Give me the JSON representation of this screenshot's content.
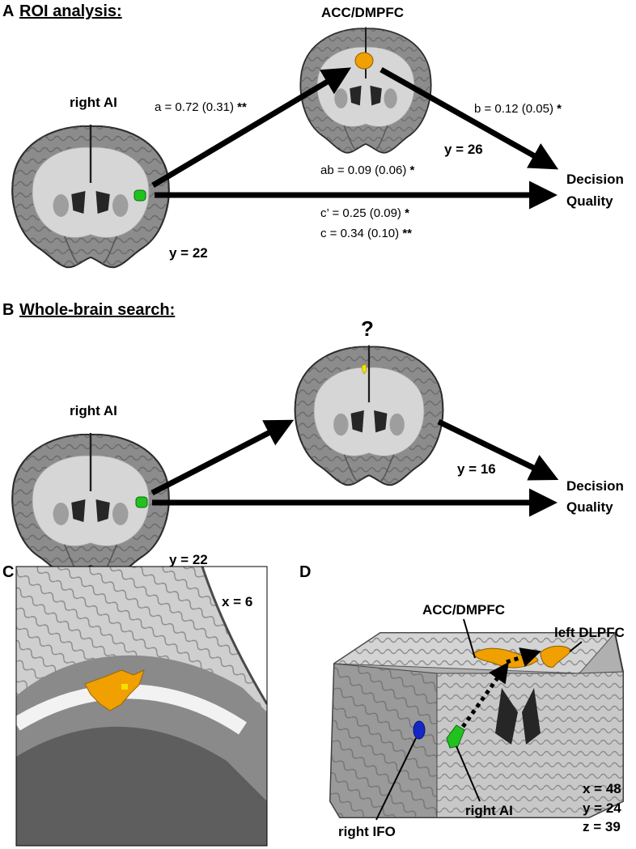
{
  "panels": {
    "A": {
      "letter": "A",
      "title": "ROI analysis:",
      "left_region": "right AI",
      "left_slice": "y = 22",
      "top_region": "ACC/DMPFC",
      "top_slice": "y = 26",
      "outcome_line1": "Decision",
      "outcome_line2": "Quality",
      "path_a": "a = 0.72 (0.31)",
      "path_a_sig": "**",
      "path_b": "b = 0.12 (0.05)",
      "path_b_sig": "*",
      "path_ab": "ab = 0.09 (0.06)",
      "path_ab_sig": "*",
      "path_c_prime": "c’ = 0.25 (0.09)",
      "path_c_prime_sig": "*",
      "path_c": "c = 0.34 (0.10)",
      "path_c_sig": "**"
    },
    "B": {
      "letter": "B",
      "title": "Whole-brain search:",
      "left_region": "right AI",
      "left_slice": "y = 22",
      "top_region": "?",
      "top_slice": "y = 16",
      "outcome_line1": "Decision",
      "outcome_line2": "Quality"
    },
    "C": {
      "letter": "C",
      "slice": "x = 6"
    },
    "D": {
      "letter": "D",
      "label_acc": "ACC/DMPFC",
      "label_dlpfc": "left DLPFC",
      "label_ifo": "right IFO",
      "label_ai": "right AI",
      "coord_x": "x = 48",
      "coord_y": "y = 24",
      "coord_z": "z = 39"
    }
  },
  "colors": {
    "ai_green": "#22c21e",
    "acc_orange": "#f0a000",
    "cluster_yellow": "#f5e000",
    "ifo_blue": "#1428c8",
    "brain_gray": "#8a8a8a",
    "white_matter": "#d8d8d8"
  }
}
